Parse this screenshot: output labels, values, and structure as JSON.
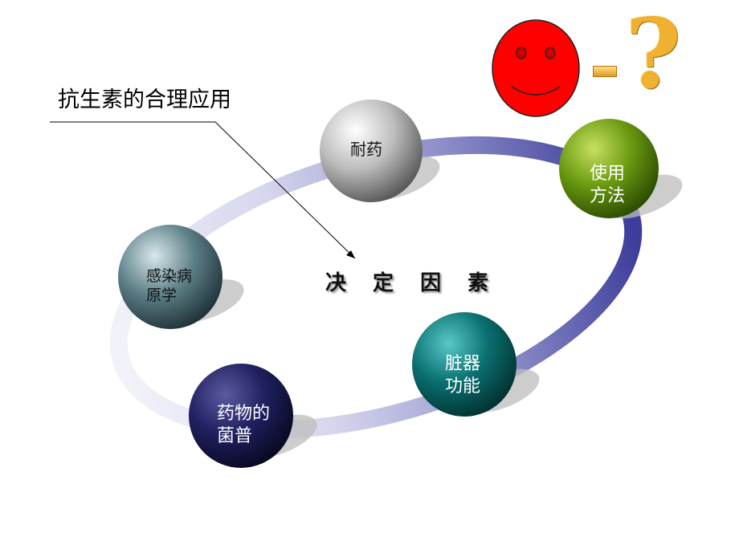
{
  "title": "抗生素的合理应用",
  "center_label": "决 定 因 素",
  "nodes": {
    "resistance": {
      "label": "耐药"
    },
    "usage": {
      "line1": "使用",
      "line2": "方法"
    },
    "pathogen": {
      "line1": "感染病",
      "line2": "原学"
    },
    "spectrum": {
      "line1": "药物的",
      "line2": "菌普"
    },
    "organ": {
      "line1": "脏器",
      "line2": "功能"
    }
  },
  "emoticon": {
    "dash": "-",
    "question": "?"
  },
  "colors": {
    "smiley": "#ff0000",
    "ring_light": "#d8d8f0",
    "ring_dark": "#3a3a9a",
    "resistance": "#9a9a9a",
    "usage": "#5a8a00",
    "pathogen": "#4a6a70",
    "spectrum": "#1a1a5a",
    "organ": "#0a6a6a"
  }
}
